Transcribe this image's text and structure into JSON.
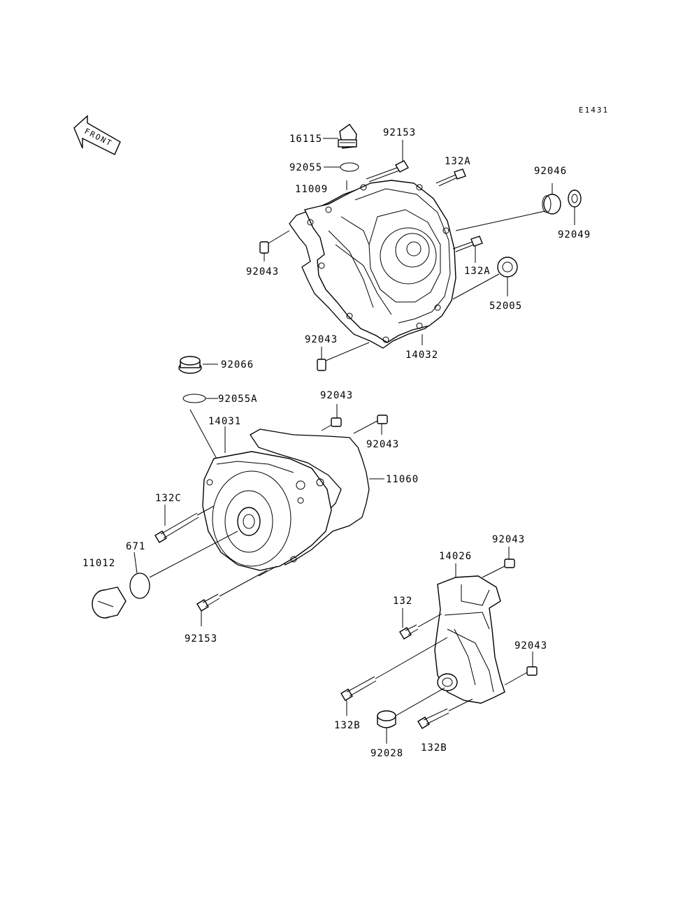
{
  "diagram_code": "E1431",
  "front_label": "FRONT",
  "labels": {
    "p16115": "16115",
    "p92153_top": "92153",
    "p92055": "92055",
    "p132A_top": "132A",
    "p11009": "11009",
    "p92046": "92046",
    "p92049": "92049",
    "p92043_a": "92043",
    "p132A_mid": "132A",
    "p52005": "52005",
    "p92043_b": "92043",
    "p14032": "14032",
    "p92066": "92066",
    "p92055A": "92055A",
    "p92043_c": "92043",
    "p14031": "14031",
    "p92043_d": "92043",
    "p11060": "11060",
    "p132C": "132C",
    "p671": "671",
    "p11012": "11012",
    "p92153_bot": "92153",
    "p92043_e": "92043",
    "p14026": "14026",
    "p132": "132",
    "p92043_f": "92043",
    "p132B_left": "132B",
    "p92028": "92028",
    "p132B_right": "132B"
  }
}
